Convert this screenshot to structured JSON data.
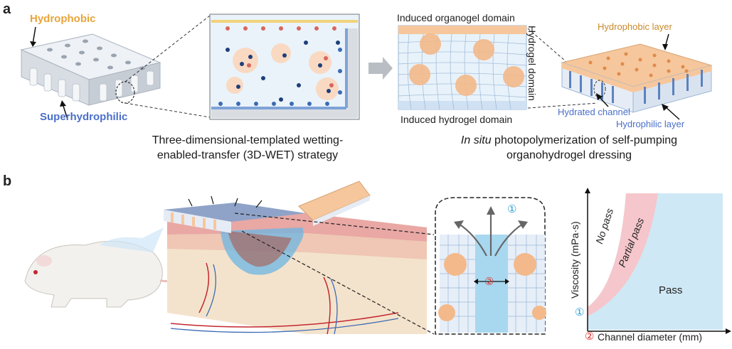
{
  "panel_a": {
    "label": "a",
    "hydrophobic": "Hydrophobic",
    "superhydrophilic": "Superhydrophilic",
    "caption_left_line1": "Three-dimensional-templated wetting-",
    "caption_left_line2": "enabled-transfer (3D-WET) strategy",
    "induced_organogel": "Induced organogel domain",
    "hydrogel_domain": "Hydrogel domain",
    "induced_hydrogel": "Induced hydrogel domain",
    "caption_right_italic": "In situ",
    "caption_right_line1_rest": " photopolymerization of self-pumping",
    "caption_right_line2": "organohydrogel dressing",
    "hydrophobic_layer": "Hydrophobic layer",
    "hydrated_channel": "Hydrated channel",
    "hydrophilic_layer": "Hydrophilic layer"
  },
  "panel_b": {
    "label": "b",
    "marker_1": "①",
    "marker_2": "②",
    "plot": {
      "ylabel": "Viscosity (mPa·s)",
      "xlabel": "Channel diameter (mm)",
      "region_no_pass": "No pass",
      "region_partial": "Partial pass",
      "region_pass": "Pass"
    }
  },
  "colors": {
    "orange": "#f6c79c",
    "orange_dark": "#e8a53c",
    "blue_text": "#4a6fc9",
    "light_blue": "#cfe8f5",
    "pink_band": "#f5c6cb",
    "red_marker": "#d9302c",
    "blue_marker": "#2a9fd6"
  }
}
